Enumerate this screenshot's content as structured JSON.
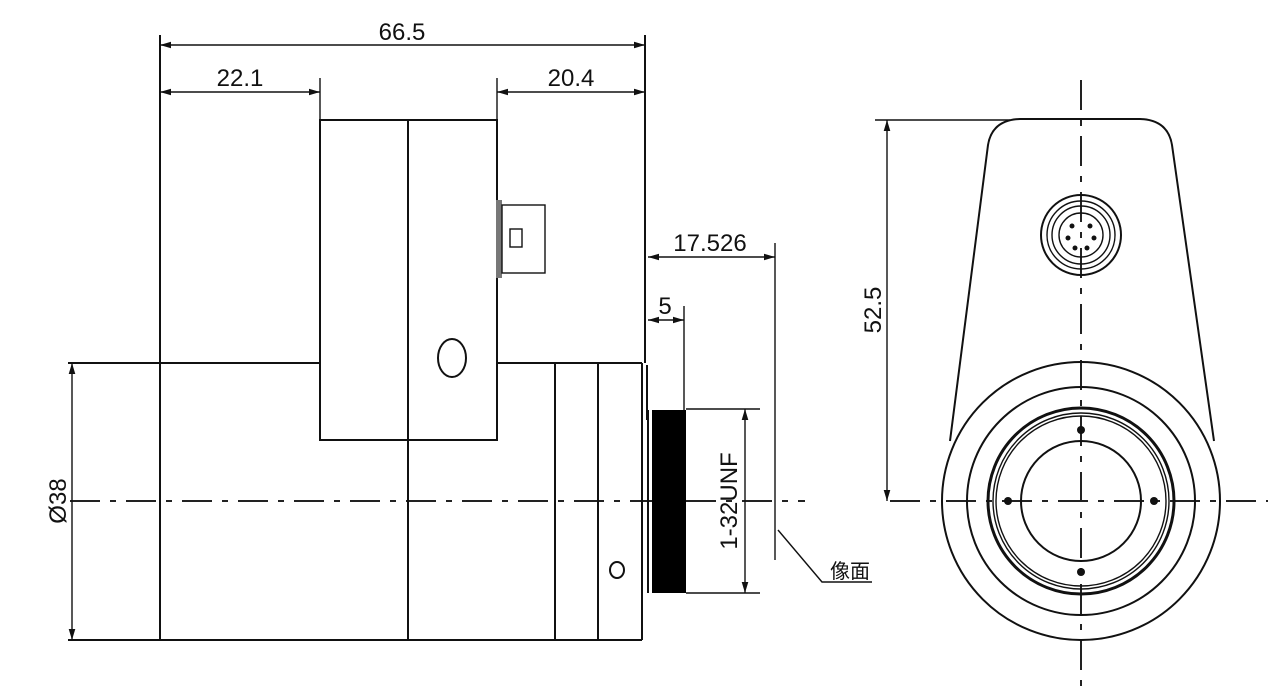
{
  "title": "Lens dimension drawing",
  "dimensions": {
    "overall_length": "66.5",
    "left_section": "22.1",
    "right_section": "20.4",
    "flange_back": "17.526",
    "thread_length": "5",
    "thread_spec": "1-32UNF",
    "diameter": "Ø38",
    "height": "52.5"
  },
  "labels": {
    "image_plane": "像面"
  },
  "colors": {
    "line": "#111111",
    "background": "#ffffff"
  }
}
